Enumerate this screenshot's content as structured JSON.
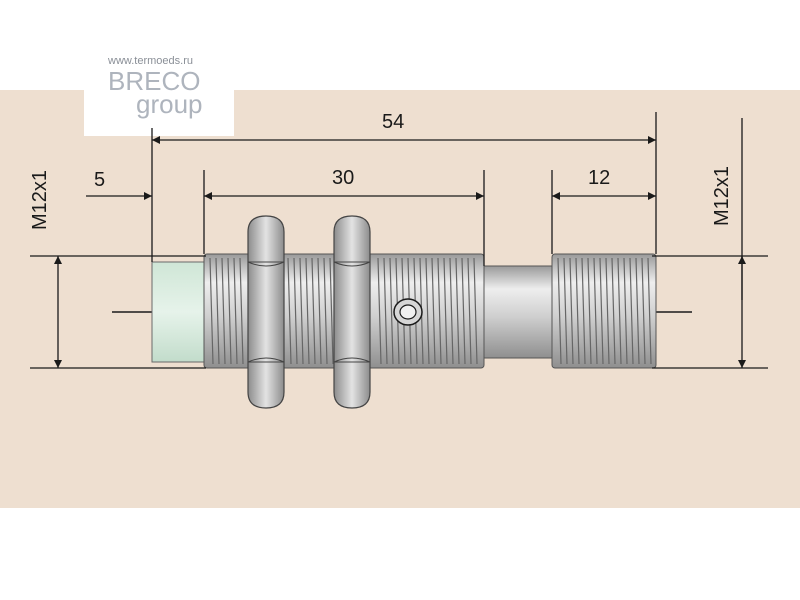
{
  "colors": {
    "background": "#eedfd0",
    "line": "#1a1a1a",
    "metal": "#c9c9c9",
    "sensor_face": "#d9ece0",
    "logo": "#aeb4bd"
  },
  "logo": {
    "url": "www.termoeds.ru",
    "name_line1": "BRECO",
    "name_line2": "group"
  },
  "dimensions": {
    "overall_length": "54",
    "sensing_face_length": "5",
    "thread_length": "30",
    "end_thread_length": "12",
    "thread_left": "M12x1",
    "thread_right": "M12x1"
  }
}
